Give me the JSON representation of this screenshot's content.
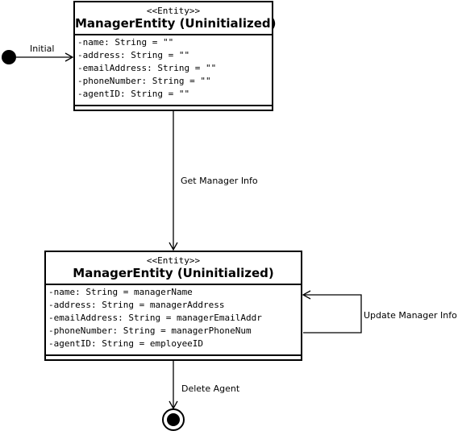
{
  "states": [
    {
      "stereotype": "<<Entity>>",
      "name": "ManagerEntity (Uninitialized)",
      "attributes": [
        "-name: String = \"\"",
        "-address: String = \"\"",
        "-emailAddress: String = \"\"",
        "-phoneNumber: String = \"\"",
        "-agentID: String = \"\""
      ]
    },
    {
      "stereotype": "<<Entity>>",
      "name": "ManagerEntity (Uninitialized)",
      "attributes": [
        "-name: String = managerName",
        "-address: String = managerAddress",
        "-emailAddress: String = managerEmailAddr",
        "-phoneNumber: String = managerPhoneNum",
        "-agentID: String = employeeID"
      ]
    }
  ],
  "transitions": {
    "initial": "Initial",
    "get_info": "Get Manager Info",
    "update_info": "Update Manager Info",
    "delete": "Delete Agent"
  }
}
